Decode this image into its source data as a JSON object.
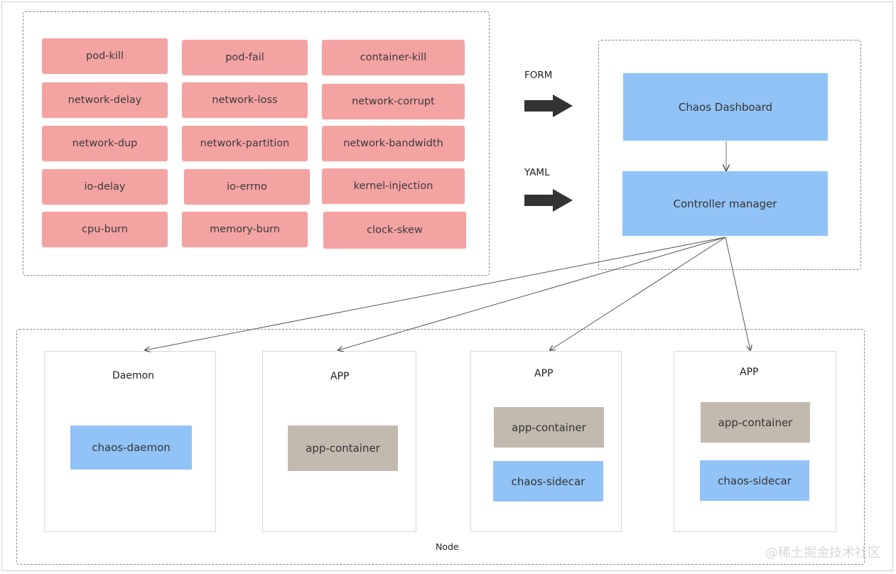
{
  "chaos_types": [
    "pod-kill",
    "pod-fail",
    "container-kill",
    "network-delay",
    "network-loss",
    "network-corrupt",
    "network-dup",
    "network-partition",
    "network-bandwidth",
    "io-delay",
    "io-errno",
    "kernel-injection",
    "cpu-burn",
    "memory-burn",
    "clock-skew"
  ],
  "inputs": {
    "form": "FORM",
    "yaml": "YAML"
  },
  "dashboard": "Chaos Dashboard",
  "controller": "Controller manager",
  "node_label": "Node",
  "pods": [
    {
      "title": "Daemon",
      "components": [
        "chaos-daemon"
      ]
    },
    {
      "title": "APP",
      "components": [
        "app-container"
      ]
    },
    {
      "title": "APP",
      "components": [
        "app-container",
        "chaos-sidecar"
      ]
    },
    {
      "title": "APP",
      "components": [
        "app-container",
        "chaos-sidecar"
      ]
    }
  ],
  "watermark": "@稀土掘金技术社区"
}
